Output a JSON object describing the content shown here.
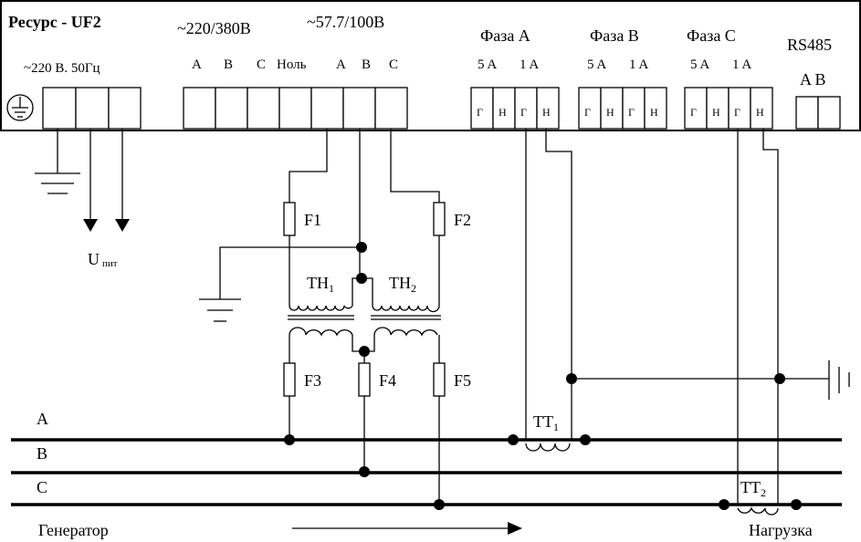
{
  "device": {
    "title": "Ресурс - UF2",
    "supply": "~220 В. 50Гц",
    "voltage_3ph": "~220/380В",
    "voltage_phase": "~57.7/100В"
  },
  "voltage_inputs": {
    "labels": [
      "A",
      "B",
      "C",
      "Ноль",
      "A",
      "B",
      "C"
    ]
  },
  "current_inputs": {
    "phases": [
      {
        "label": "Фаза A",
        "range_5": "5 A",
        "range_1": "1 A",
        "terminals": [
          "Г",
          "Н",
          "Г",
          "Н"
        ]
      },
      {
        "label": "Фаза B",
        "range_5": "5 A",
        "range_1": "1 A",
        "terminals": [
          "Г",
          "Н",
          "Г",
          "Н"
        ]
      },
      {
        "label": "Фаза C",
        "range_5": "5 A",
        "range_1": "1 A",
        "terminals": [
          "Г",
          "Н",
          "Г",
          "Н"
        ]
      }
    ]
  },
  "rs485": {
    "label": "RS485",
    "ab": "A B"
  },
  "supply_out": {
    "label": "U",
    "sub": "пит"
  },
  "fuses": {
    "f1": "F1",
    "f2": "F2",
    "f3": "F3",
    "f4": "F4",
    "f5": "F5"
  },
  "voltage_transformers": {
    "th1": {
      "label": "TH",
      "sub": "1"
    },
    "th2": {
      "label": "TH",
      "sub": "2"
    }
  },
  "current_transformers": {
    "tt1": {
      "label": "TT",
      "sub": "1"
    },
    "tt2": {
      "label": "TT",
      "sub": "2"
    }
  },
  "buses": {
    "a": "A",
    "b": "B",
    "c": "C"
  },
  "flow": {
    "source": "Генератор",
    "load": "Нагрузка"
  }
}
